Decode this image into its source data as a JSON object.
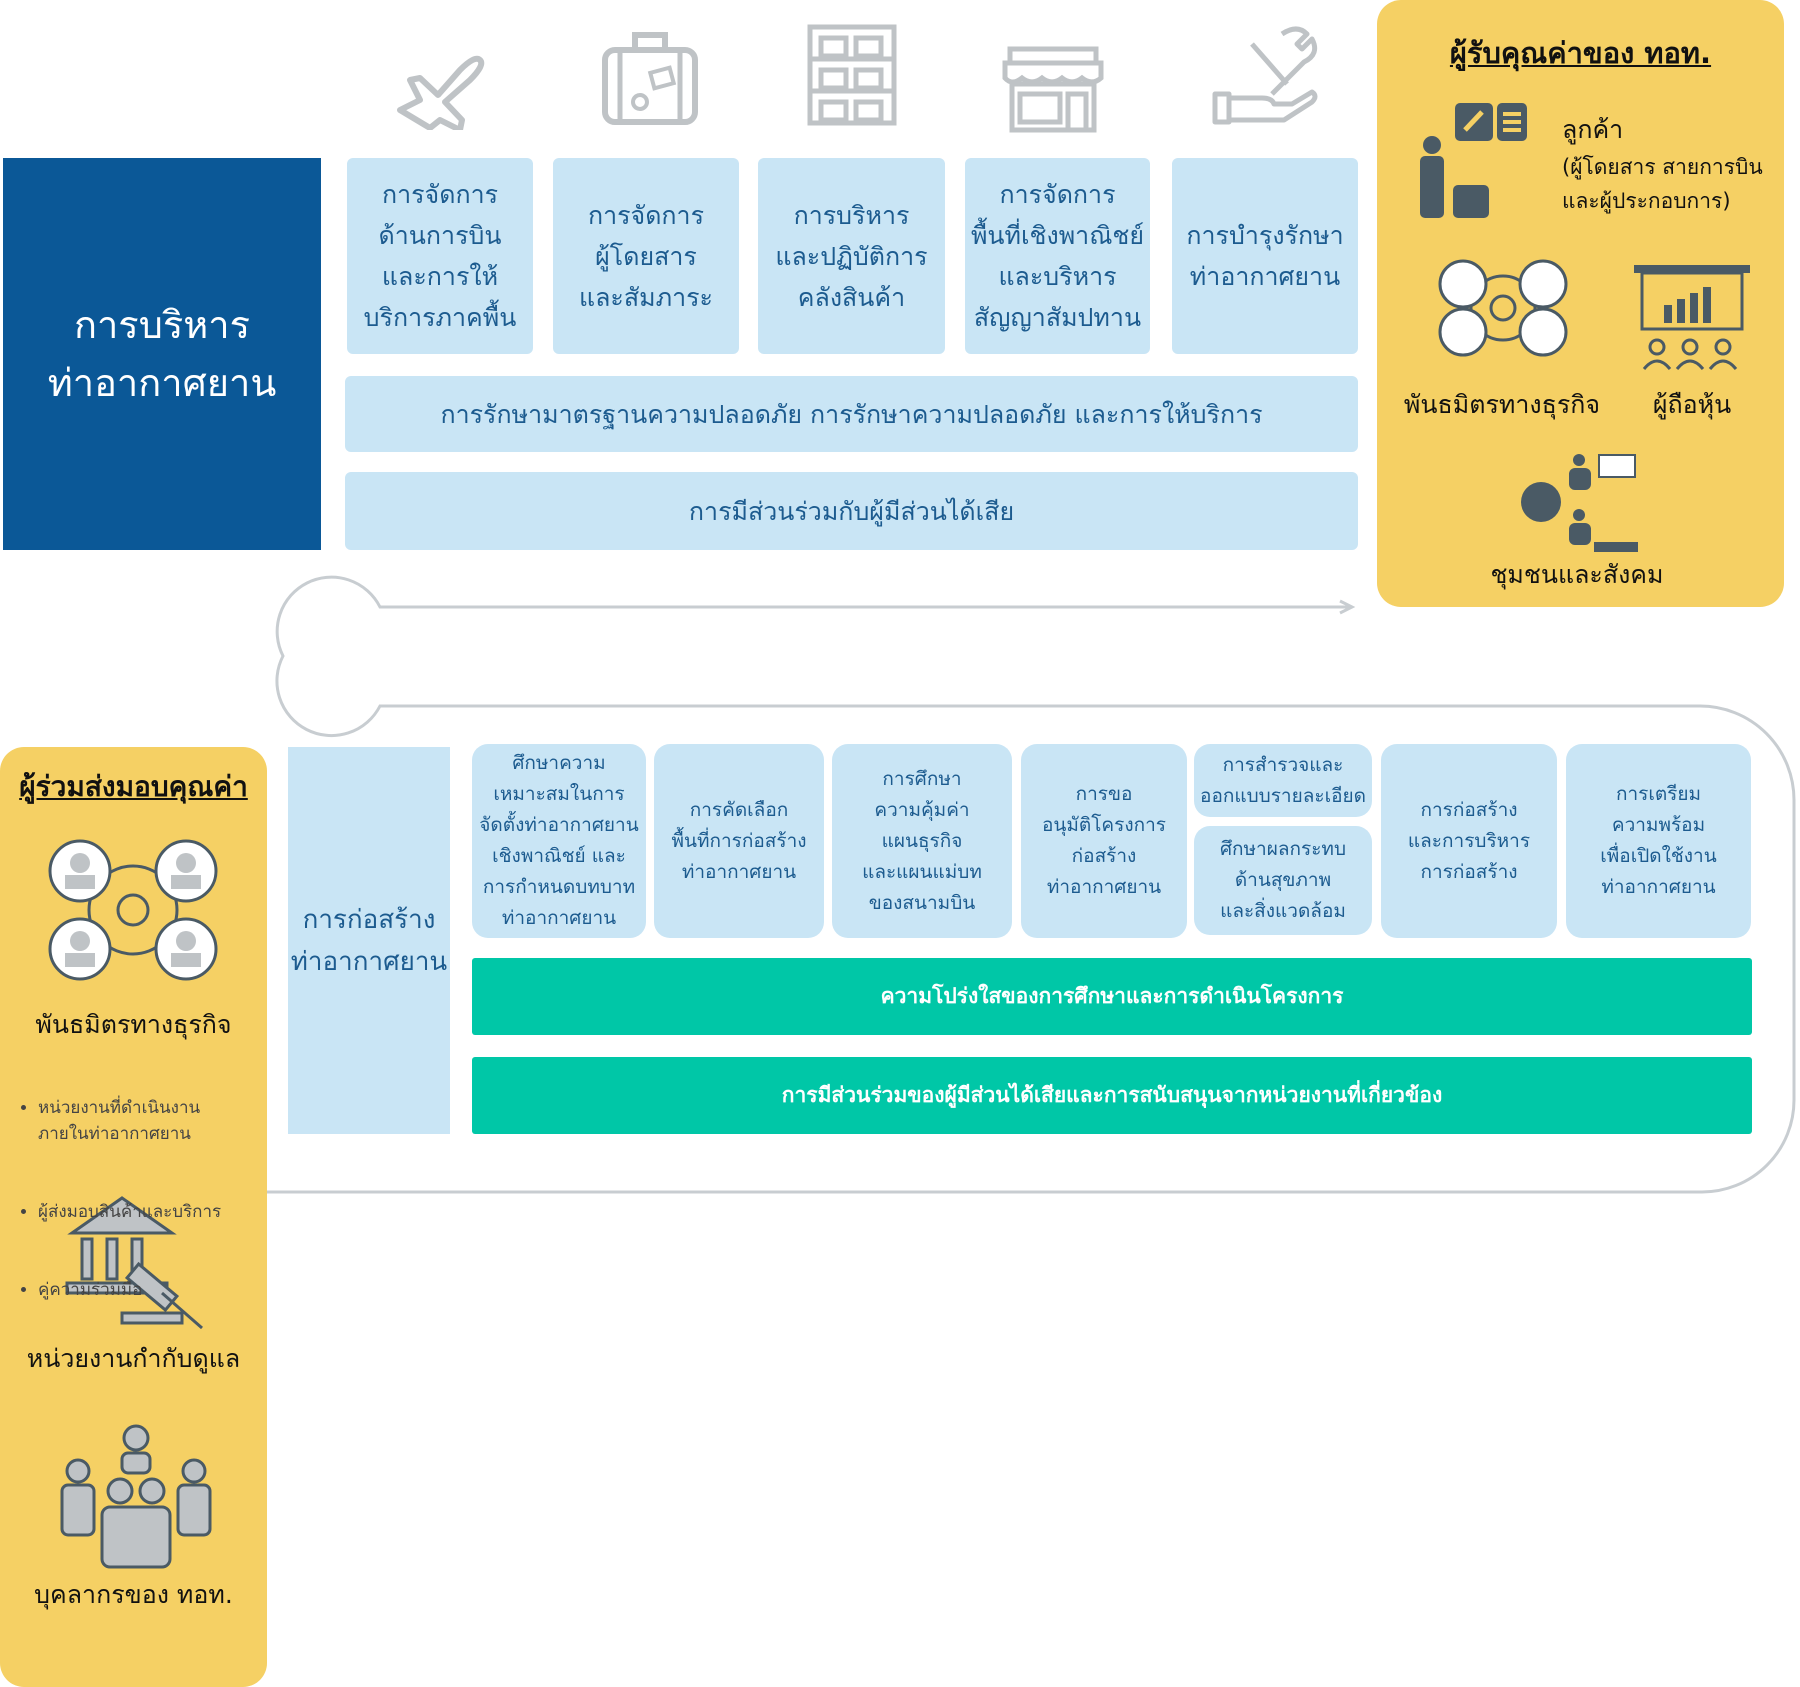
{
  "colors": {
    "primary": "#0b5897",
    "light": "#c9e5f5",
    "text": "#1c5b8f",
    "yellow": "#f5d064",
    "green": "#00c7a7",
    "icon_gray": "#bfc3c6",
    "icon_dark": "#4a5a65"
  },
  "airport_management": {
    "title": "การบริหาร\nท่าอากาศยาน",
    "icons": [
      "airplane-icon",
      "luggage-icon",
      "warehouse-shelf-icon",
      "shop-icon",
      "maintenance-tools-icon"
    ],
    "columns": [
      "การจัดการ\nด้านการบิน\nและการให้\nบริการภาคพื้น",
      "การจัดการ\nผู้โดยสาร\nและสัมภาระ",
      "การบริหาร\nและปฏิบัติการ\nคลังสินค้า",
      "การจัดการ\nพื้นที่เชิงพาณิชย์\nและบริหาร\nสัญญาสัมปทาน",
      "การบำรุงรักษา\nท่าอากาศยาน"
    ],
    "bar_safety": "การรักษามาตรฐานความปลอดภัย การรักษาความปลอดภัย และการให้บริการ",
    "bar_stakeholder": "การมีส่วนร่วมกับผู้มีส่วนได้เสีย"
  },
  "value_receivers": {
    "title": "ผู้รับคุณค่าของ ทอท.",
    "customer_title": "ลูกค้า",
    "customer_detail": "(ผู้โดยสาร สายการบิน\nและผู้ประกอบการ)",
    "partners": "พันธมิตรทางธุรกิจ",
    "shareholders": "ผู้ถือหุ้น",
    "community": "ชุมชนและสังคม"
  },
  "construction": {
    "title": "การก่อสร้าง\nท่าอากาศยาน",
    "steps": [
      "ศึกษาความ\nเหมาะสมในการ\nจัดตั้งท่าอากาศยาน\nเชิงพาณิชย์ และ\nการกำหนดบทบาท\nท่าอากาศยาน",
      "การคัดเลือก\nพื้นที่การก่อสร้าง\nท่าอากาศยาน",
      "การศึกษา\nความคุ้มค่า\nแผนธุรกิจ\nและแผนแม่บท\nของสนามบิน",
      "การขอ\nอนุมัติโครงการ\nก่อสร้าง\nท่าอากาศยาน",
      "การสำรวจและ\nออกแบบรายละเอียด",
      "ศึกษาผลกระทบ\nด้านสุขภาพ\nและสิ่งแวดล้อม",
      "การก่อสร้าง\nและการบริหาร\nการก่อสร้าง",
      "การเตรียม\nความพร้อม\nเพื่อเปิดใช้งาน\nท่าอากาศยาน"
    ],
    "bar_transparency": "ความโปร่งใสของการศึกษาและการดำเนินโครงการ",
    "bar_participation": "การมีส่วนร่วมของผู้มีส่วนได้เสียและการสนับสนุนจากหน่วยงานที่เกี่ยวข้อง"
  },
  "value_contributors": {
    "title": "ผู้ร่วมส่งมอบคุณค่า",
    "partners": "พันธมิตรทางธุรกิจ",
    "partner_items": [
      "หน่วยงานที่ดำเนินงาน\nภายในท่าอากาศยาน",
      "ผู้ส่งมอบสินค้าและบริการ",
      "คู่ความร่วมมือ"
    ],
    "regulators": "หน่วยงานกำกับดูแล",
    "staff": "บุคลากรของ ทอท."
  }
}
